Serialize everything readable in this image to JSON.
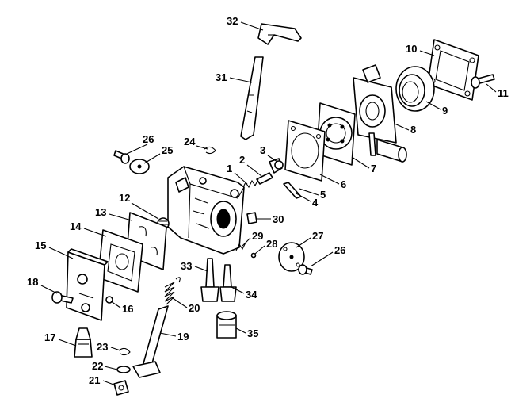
{
  "diagram": {
    "callouts": [
      {
        "label": "1"
      },
      {
        "label": "2"
      },
      {
        "label": "3"
      },
      {
        "label": "4"
      },
      {
        "label": "5"
      },
      {
        "label": "6"
      },
      {
        "label": "7"
      },
      {
        "label": "8"
      },
      {
        "label": "9"
      },
      {
        "label": "10"
      },
      {
        "label": "11"
      },
      {
        "label": "12"
      },
      {
        "label": "13"
      },
      {
        "label": "14"
      },
      {
        "label": "15"
      },
      {
        "label": "16"
      },
      {
        "label": "17"
      },
      {
        "label": "18"
      },
      {
        "label": "19"
      },
      {
        "label": "20"
      },
      {
        "label": "21"
      },
      {
        "label": "22"
      },
      {
        "label": "23"
      },
      {
        "label": "24"
      },
      {
        "label": "25"
      },
      {
        "label": "26"
      },
      {
        "label": "26"
      },
      {
        "label": "27"
      },
      {
        "label": "28"
      },
      {
        "label": "29"
      },
      {
        "label": "30"
      },
      {
        "label": "31"
      },
      {
        "label": "32"
      },
      {
        "label": "33"
      },
      {
        "label": "34"
      },
      {
        "label": "35"
      }
    ]
  }
}
